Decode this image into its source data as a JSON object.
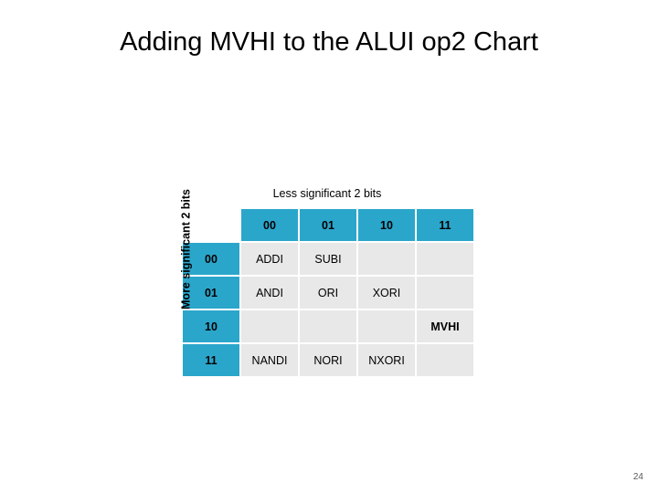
{
  "slide": {
    "title": "Adding MVHI to the ALUI op2 Chart",
    "slide_number": "24"
  },
  "table": {
    "column_axis_label": "Less significant 2 bits",
    "row_axis_label": "More significant 2 bits",
    "column_headers": [
      "00",
      "01",
      "10",
      "11"
    ],
    "row_headers": [
      "00",
      "01",
      "10",
      "11"
    ],
    "cells": [
      [
        "ADDI",
        "SUBI",
        "",
        ""
      ],
      [
        "ANDI",
        "ORI",
        "XORI",
        ""
      ],
      [
        "",
        "",
        "",
        "MVHI"
      ],
      [
        "NANDI",
        "NORI",
        "NXORI",
        ""
      ]
    ],
    "highlight_cell": "MVHI",
    "colors": {
      "header_fill": "#2ba6cb",
      "cell_fill": "#e8e8e8",
      "highlight_text": "#c00000"
    }
  }
}
